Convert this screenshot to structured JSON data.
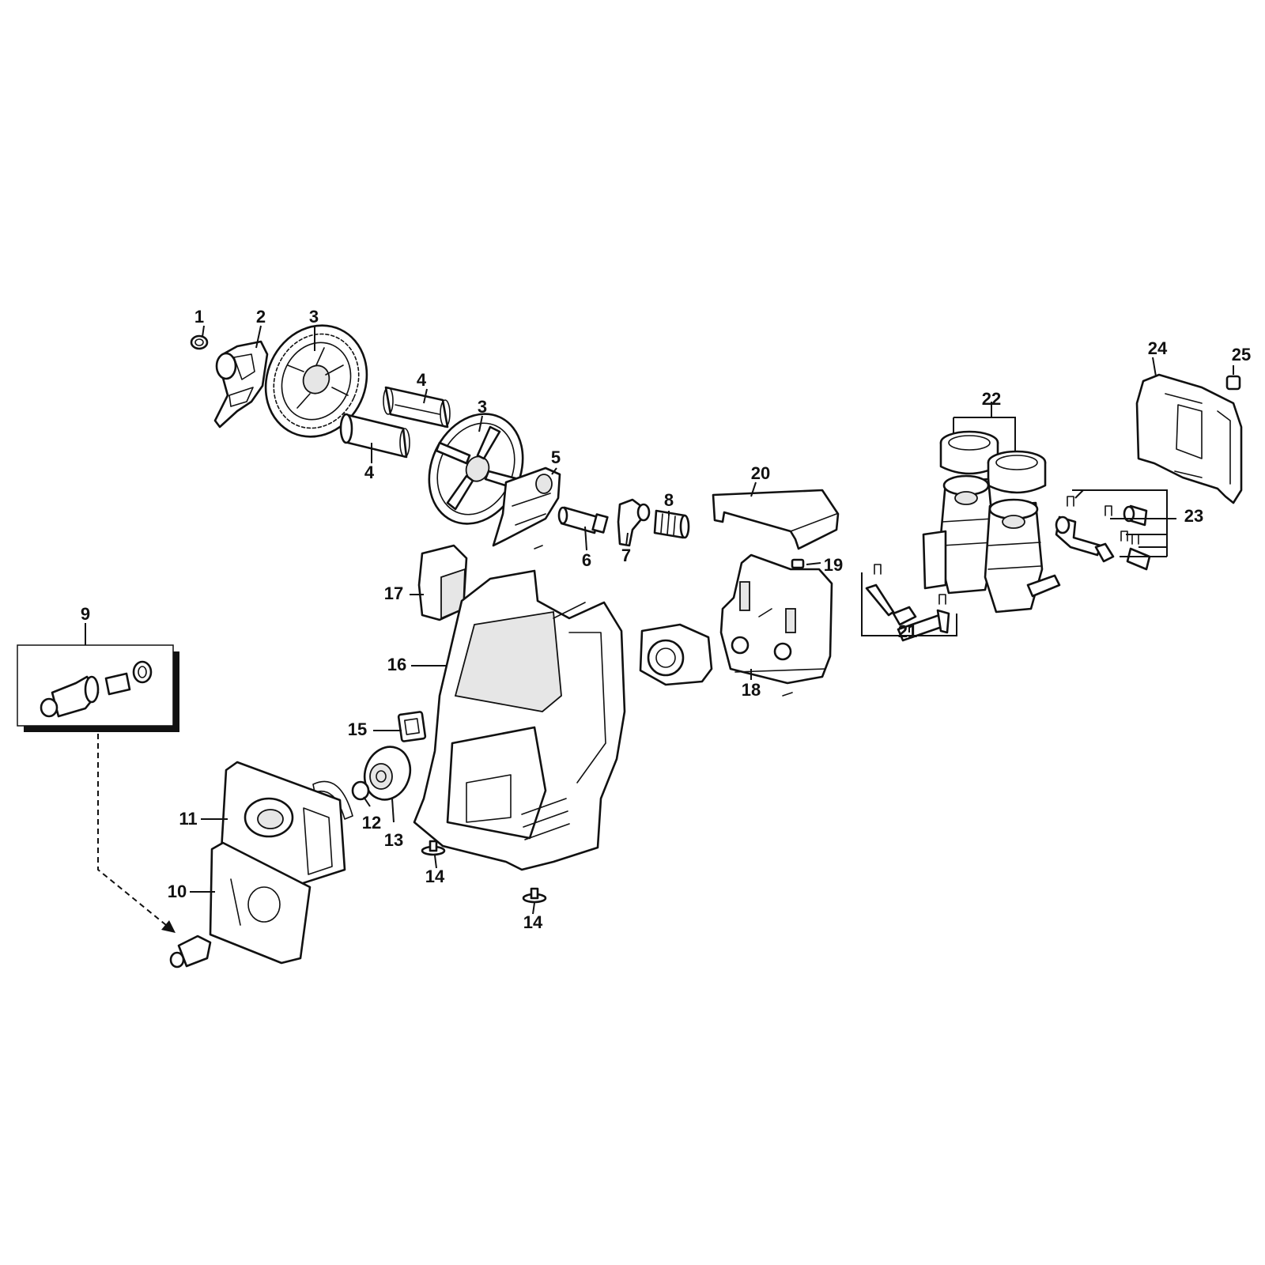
{
  "diagram": {
    "callouts": {
      "c1": "1",
      "c2": "2",
      "c3a": "3",
      "c3b": "3",
      "c4a": "4",
      "c4b": "4",
      "c5": "5",
      "c6": "6",
      "c7": "7",
      "c8": "8",
      "c9": "9",
      "c10": "10",
      "c11": "11",
      "c12": "12",
      "c13": "13",
      "c14a": "14",
      "c14b": "14",
      "c15": "15",
      "c16": "16",
      "c17": "17",
      "c18": "18",
      "c19": "19",
      "c20": "20",
      "c21": "21",
      "c22": "22",
      "c23": "23",
      "c24": "24",
      "c25": "25"
    }
  }
}
